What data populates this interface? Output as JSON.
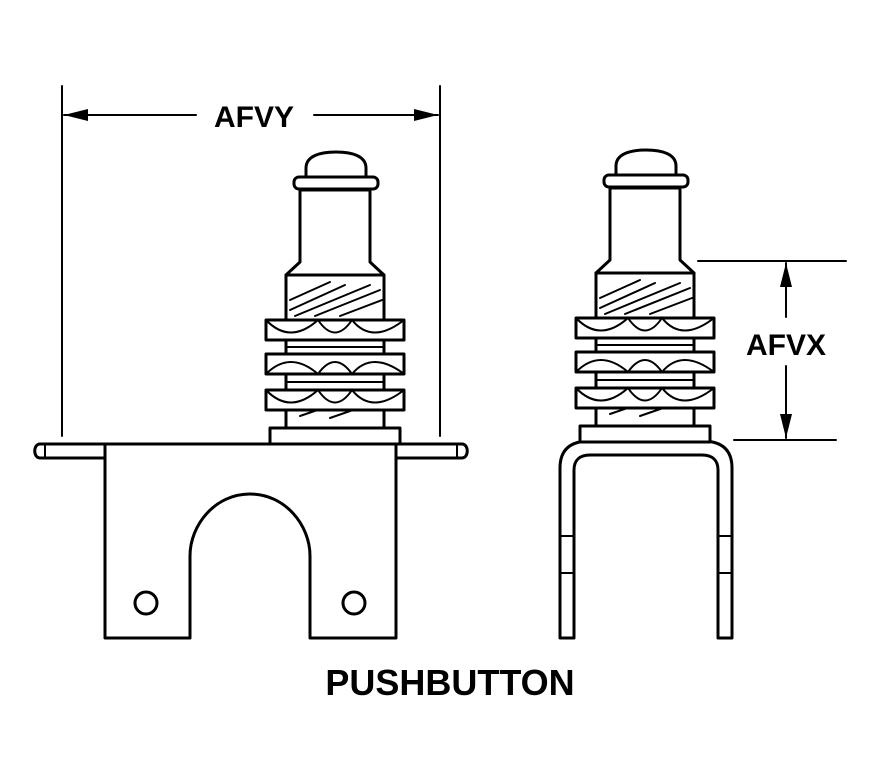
{
  "labels": {
    "width_dimension": "AFVY",
    "height_dimension": "AFVX",
    "caption": "PUSHBUTTON"
  }
}
